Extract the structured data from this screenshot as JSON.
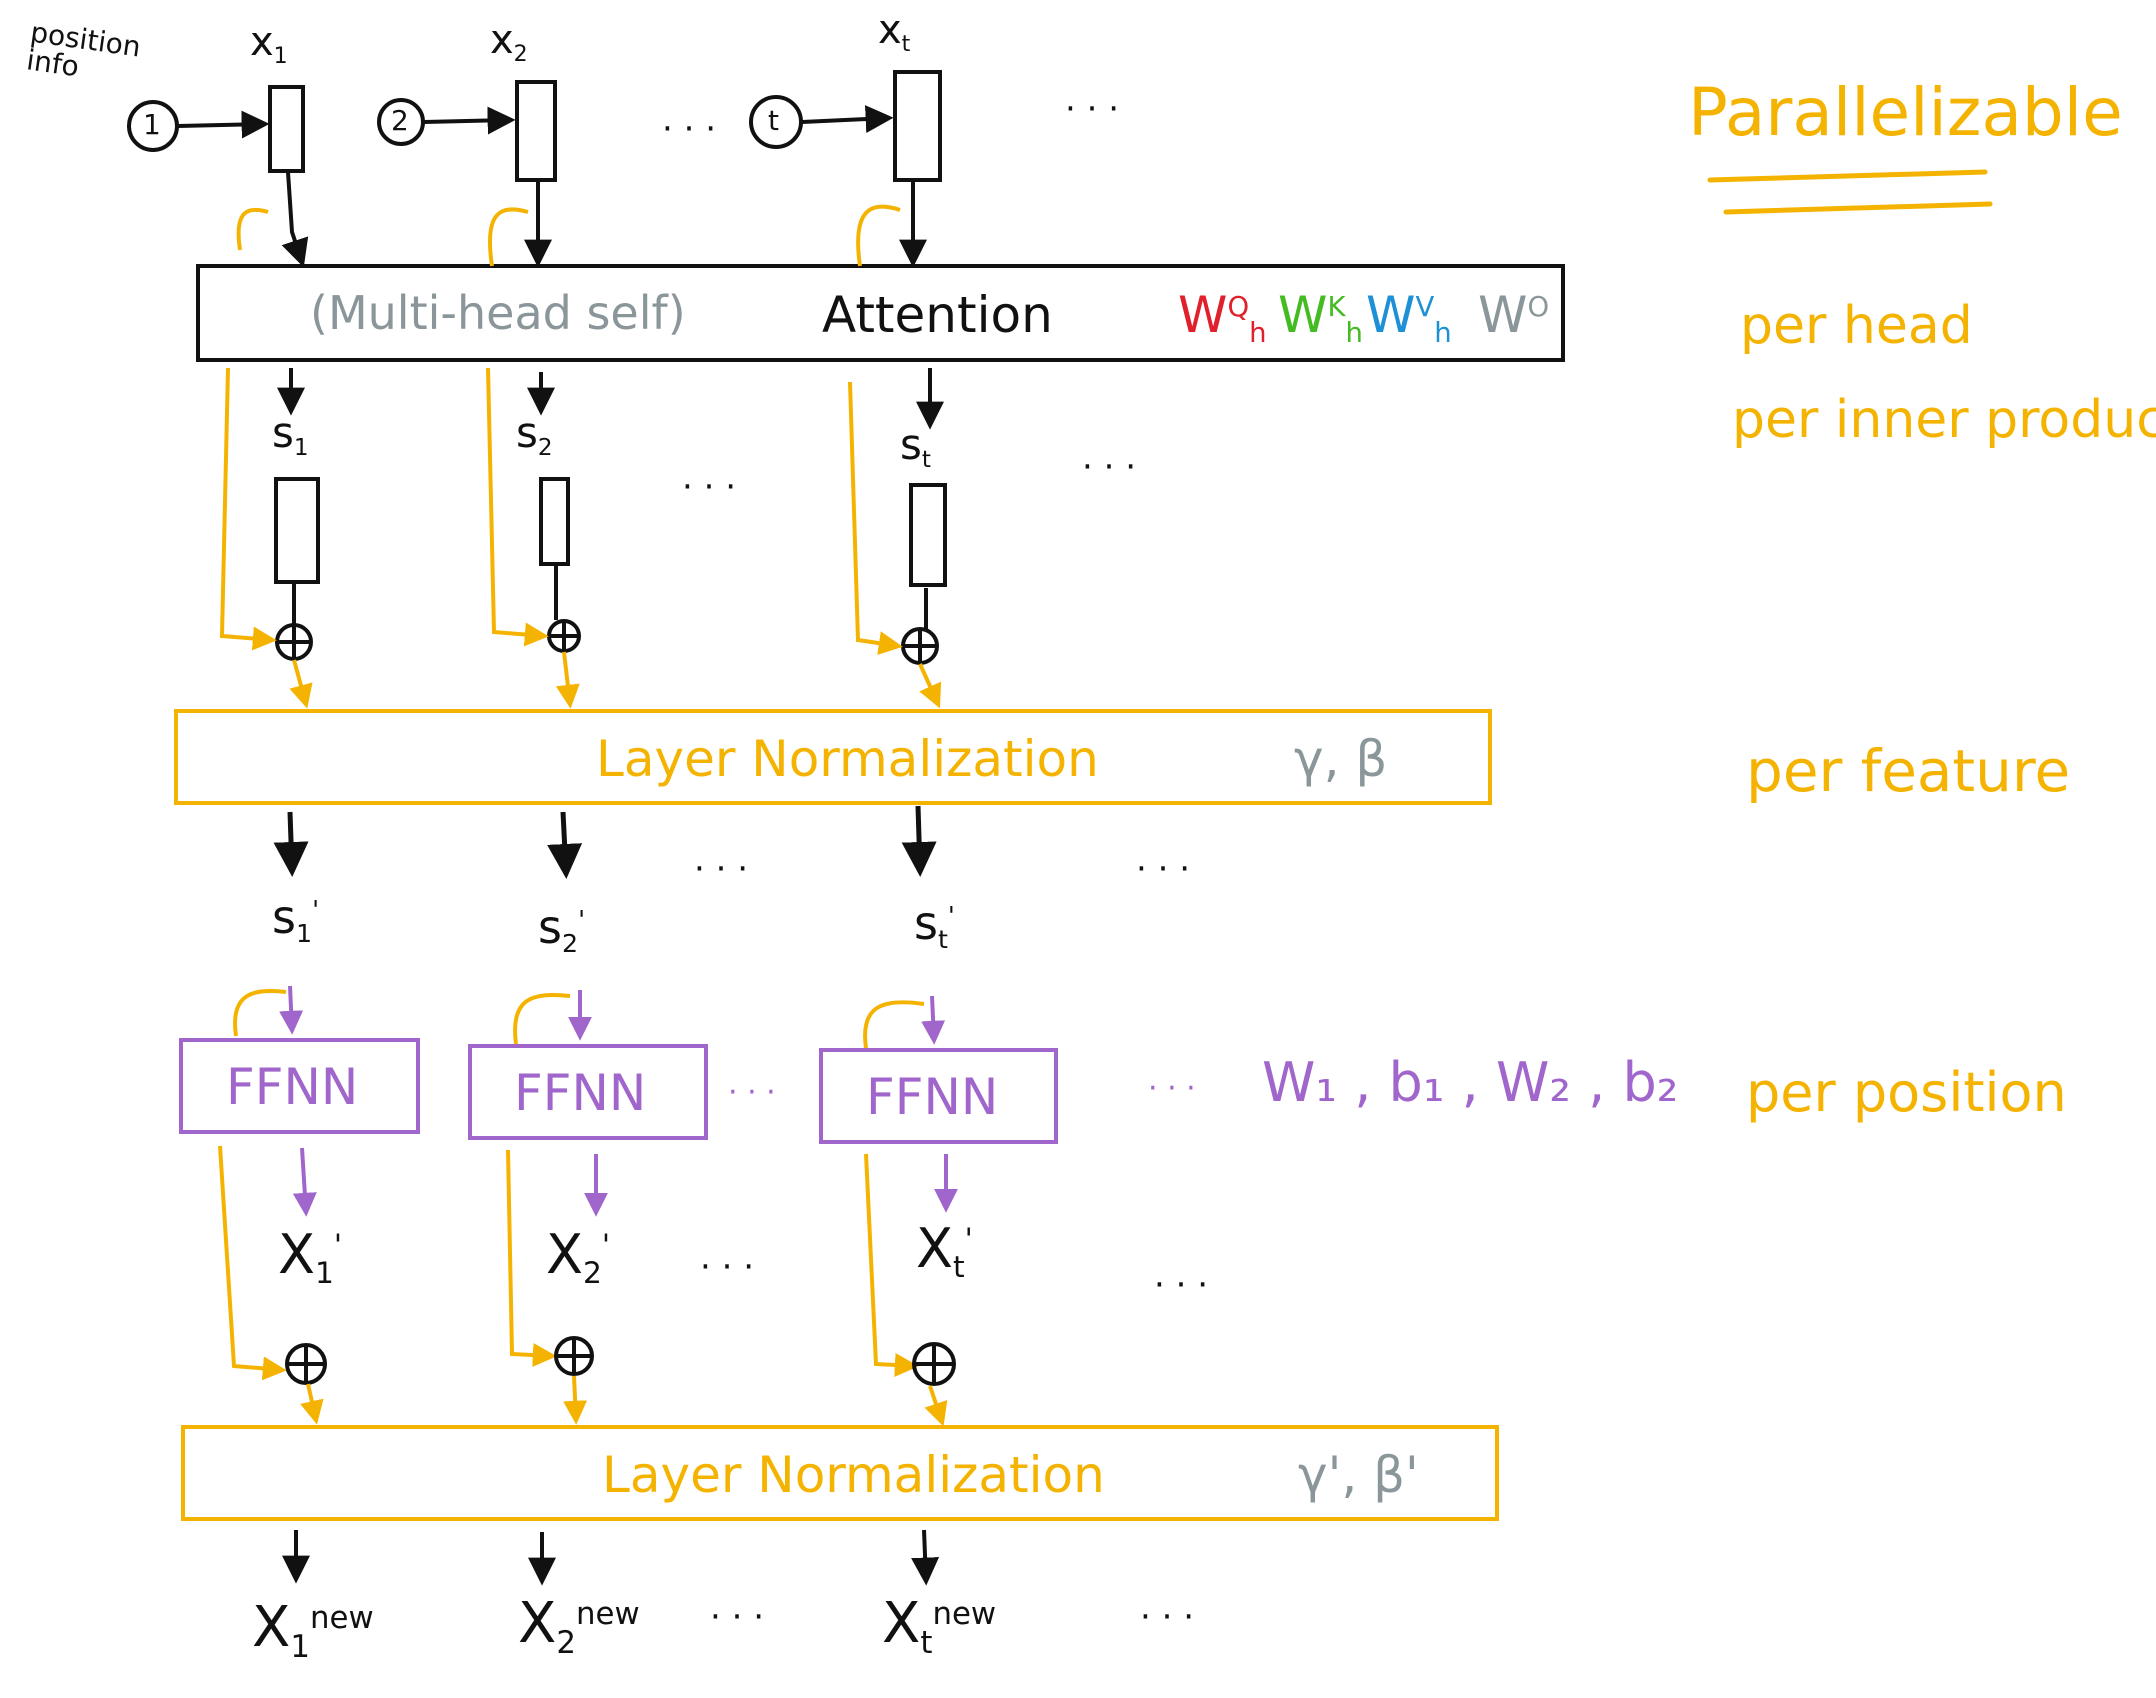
{
  "position_info_label": "position info",
  "inputs": [
    {
      "label": "x",
      "sub": "1",
      "pos": "1"
    },
    {
      "label": "x",
      "sub": "2",
      "pos": "2"
    },
    {
      "label": "x",
      "sub": "t",
      "pos": "t"
    }
  ],
  "ellipsis": "· · ·",
  "attention": {
    "prefix": "(Multi-head self)",
    "name": "Attention",
    "params": [
      {
        "main": "W",
        "sup": "Q",
        "sub": "h",
        "color": "#e0202a"
      },
      {
        "main": "W",
        "sup": "K",
        "sub": "h",
        "color": "#44bb22"
      },
      {
        "main": "W",
        "sup": "V",
        "sub": "h",
        "color": "#1e90d6"
      },
      {
        "main": "W",
        "sup": "O",
        "sub": "",
        "color": "#8a969a"
      }
    ]
  },
  "attention_outputs": [
    {
      "label": "s",
      "sub": "1"
    },
    {
      "label": "s",
      "sub": "2"
    },
    {
      "label": "s",
      "sub": "t"
    }
  ],
  "layer_norm_1": {
    "label": "Layer Normalization",
    "params": "γ, β"
  },
  "norm_outputs": [
    {
      "label": "s",
      "sub": "1",
      "prime": "'"
    },
    {
      "label": "s",
      "sub": "2",
      "prime": "'"
    },
    {
      "label": "s",
      "sub": "t",
      "prime": "'"
    }
  ],
  "ffnn": {
    "label": "FFNN",
    "params": "W₁ , b₁ , W₂ , b₂"
  },
  "ffnn_outputs": [
    {
      "label": "X",
      "sub": "1",
      "prime": "'"
    },
    {
      "label": "X",
      "sub": "2",
      "prime": "'"
    },
    {
      "label": "X",
      "sub": "t",
      "prime": "'"
    }
  ],
  "layer_norm_2": {
    "label": "Layer Normalization",
    "params": "γ', β'"
  },
  "final_outputs": [
    {
      "label": "X",
      "sub": "1",
      "sup": "new"
    },
    {
      "label": "X",
      "sub": "2",
      "sup": "new"
    },
    {
      "label": "X",
      "sub": "t",
      "sup": "new"
    }
  ],
  "annotations": {
    "parallelizable": "Parallelizable",
    "per_head": "per head",
    "per_inner_product": "per inner product",
    "per_feature": "per feature",
    "per_position": "per position"
  },
  "colors": {
    "black": "#111111",
    "residual": "#f5b301",
    "ffnn": "#a066cc",
    "param_gray": "#8a969a"
  }
}
